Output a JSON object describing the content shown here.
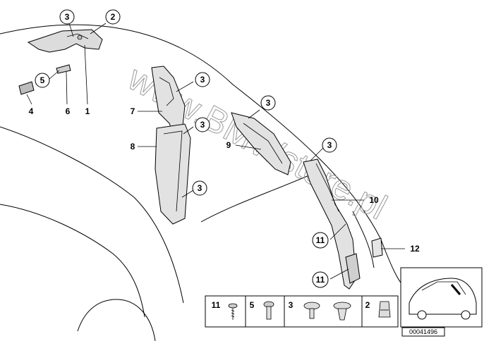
{
  "diagram": {
    "watermark": "www.BMWstore.pl",
    "callouts": {
      "c1": "1",
      "c2": "2",
      "c3": "3",
      "c4": "4",
      "c5": "5",
      "c6": "6",
      "c7": "7",
      "c8": "8",
      "c9": "9",
      "c10": "10",
      "c11": "11",
      "c12": "12"
    },
    "hardware_legend": [
      "11",
      "5",
      "3",
      "2"
    ],
    "drawing_code": "00041496"
  }
}
